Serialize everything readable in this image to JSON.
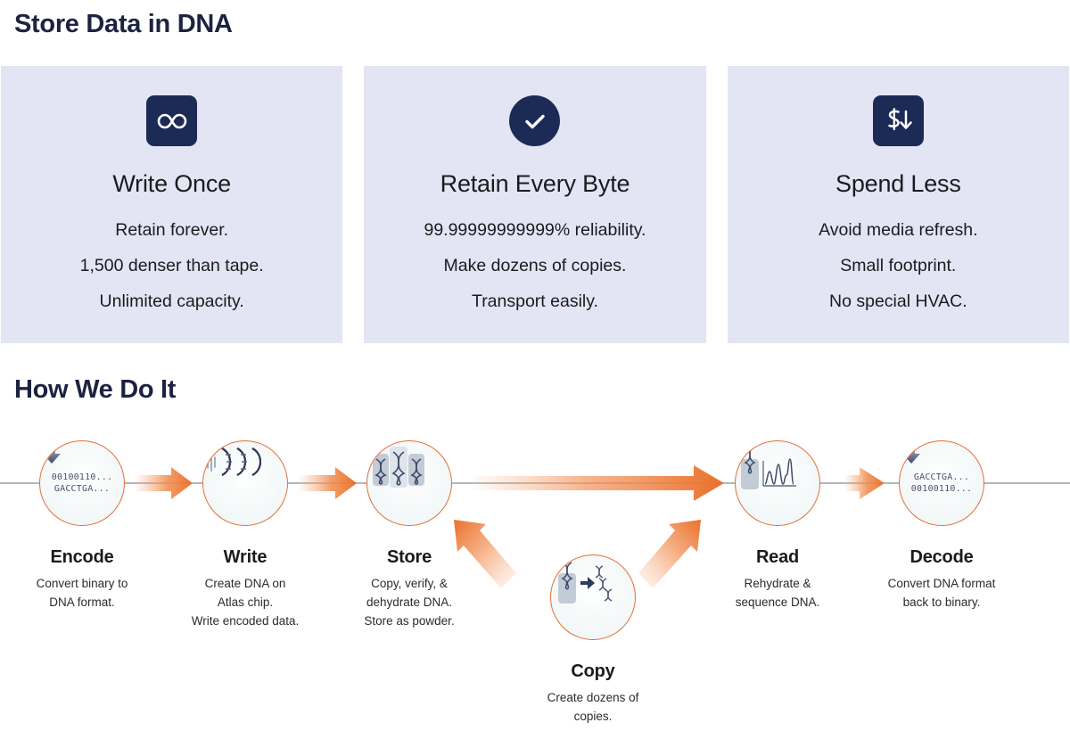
{
  "sections": {
    "store_title": "Store Data in DNA",
    "how_title": "How We Do It"
  },
  "colors": {
    "heading_navy": "#1c2340",
    "card_background": "#e3e5f4",
    "icon_badge": "#1c2a56",
    "accent_orange": "#e2703a",
    "flow_line_gray": "#7c7c84",
    "sequence_text": "#46536e"
  },
  "cards": [
    {
      "icon": "infinity-icon",
      "icon_shape": "rounded-square",
      "title": "Write Once",
      "lines": [
        "Retain forever.",
        "1,500 denser than tape.",
        "Unlimited capacity."
      ]
    },
    {
      "icon": "check-icon",
      "icon_shape": "circle",
      "title": "Retain Every Byte",
      "lines": [
        "99.99999999999% reliability.",
        "Make dozens of copies.",
        "Transport easily."
      ]
    },
    {
      "icon": "dollar-down-arrow-icon",
      "icon_shape": "rounded-square",
      "title": "Spend Less",
      "lines": [
        "Avoid media refresh.",
        "Small footprint.",
        "No special HVAC."
      ]
    }
  ],
  "flow": {
    "steps": [
      {
        "id": "encode",
        "label": "Encode",
        "caption": [
          "Convert binary to",
          "DNA format."
        ],
        "icon": "binary-to-dna-icon",
        "sequence_top": "00100110...",
        "sequence_bottom": "GACCTGA..."
      },
      {
        "id": "write",
        "label": "Write",
        "caption": [
          "Create DNA on",
          "Atlas chip.",
          "Write encoded data."
        ],
        "icon": "dna-helix-chip-icon"
      },
      {
        "id": "store",
        "label": "Store",
        "caption": [
          "Copy, verify, &",
          "dehydrate DNA.",
          "Store as powder."
        ],
        "icon": "dna-vials-icon"
      },
      {
        "id": "copy",
        "label": "Copy",
        "caption": [
          "Create dozens of",
          "copies."
        ],
        "icon": "vial-to-many-dna-icon"
      },
      {
        "id": "read",
        "label": "Read",
        "caption": [
          "Rehydrate &",
          "sequence DNA."
        ],
        "icon": "vial-chromatogram-icon"
      },
      {
        "id": "decode",
        "label": "Decode",
        "caption": [
          "Convert DNA format",
          "back to binary."
        ],
        "icon": "dna-to-binary-icon",
        "sequence_top": "GACCTGA...",
        "sequence_bottom": "00100110..."
      }
    ]
  }
}
